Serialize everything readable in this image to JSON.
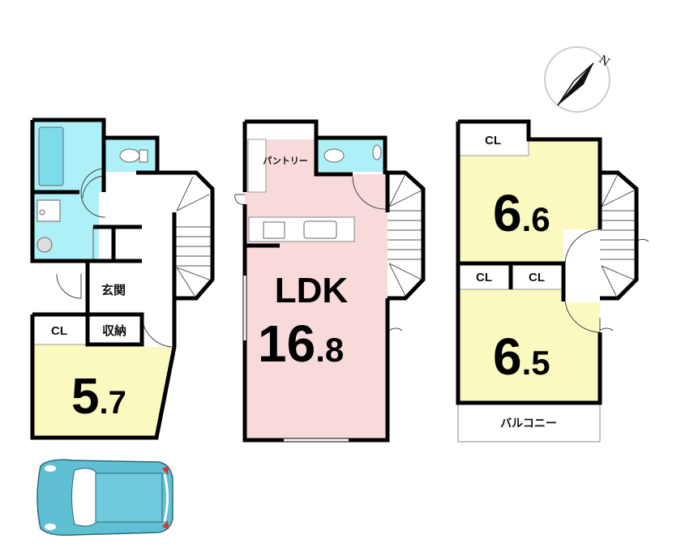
{
  "colors": {
    "wet_area": "#aef0f8",
    "bedroom": "#fafac0",
    "ldk": "#f9dada",
    "car": "#5fbfd3",
    "car_light": "#e03030"
  },
  "floor1": {
    "entrance": "玄関",
    "storage": "収納",
    "closet": "CL",
    "room_size_int": "5",
    "room_size_dec": ".7"
  },
  "floor2": {
    "pantry": "パントリー",
    "ldk_label": "LDK",
    "ldk_size_int": "16",
    "ldk_size_dec": ".8"
  },
  "floor3": {
    "closet_top": "CL",
    "closet_left": "CL",
    "closet_right": "CL",
    "room_a_int": "6",
    "room_a_dec": ".6",
    "room_b_int": "6",
    "room_b_dec": ".5",
    "balcony": "バルコニー"
  },
  "compass": {
    "north_label": "N",
    "icon": "compass-north-icon"
  },
  "car": {
    "icon": "car-top-view-icon"
  }
}
